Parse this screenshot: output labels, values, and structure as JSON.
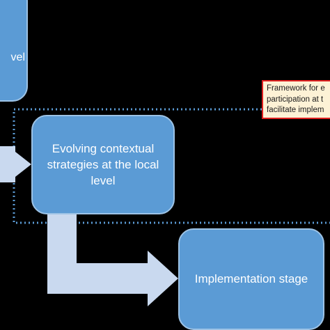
{
  "diagram": {
    "top_box_text": "vel",
    "middle_box_text": "Evolving contextual strategies at the local level",
    "bottom_box_text": "Implementation stage",
    "callout_lines": [
      "Framework for e",
      "participation at t",
      "facilitate implem"
    ]
  },
  "colors": {
    "background": "#000000",
    "box_fill": "#5b9bd5",
    "box_border": "#9dc3e6",
    "arrow_fill": "#c9d9ef",
    "dotted_frame": "#5b9bd5",
    "callout_fill": "#fdf2d6",
    "callout_border": "#e02020"
  }
}
